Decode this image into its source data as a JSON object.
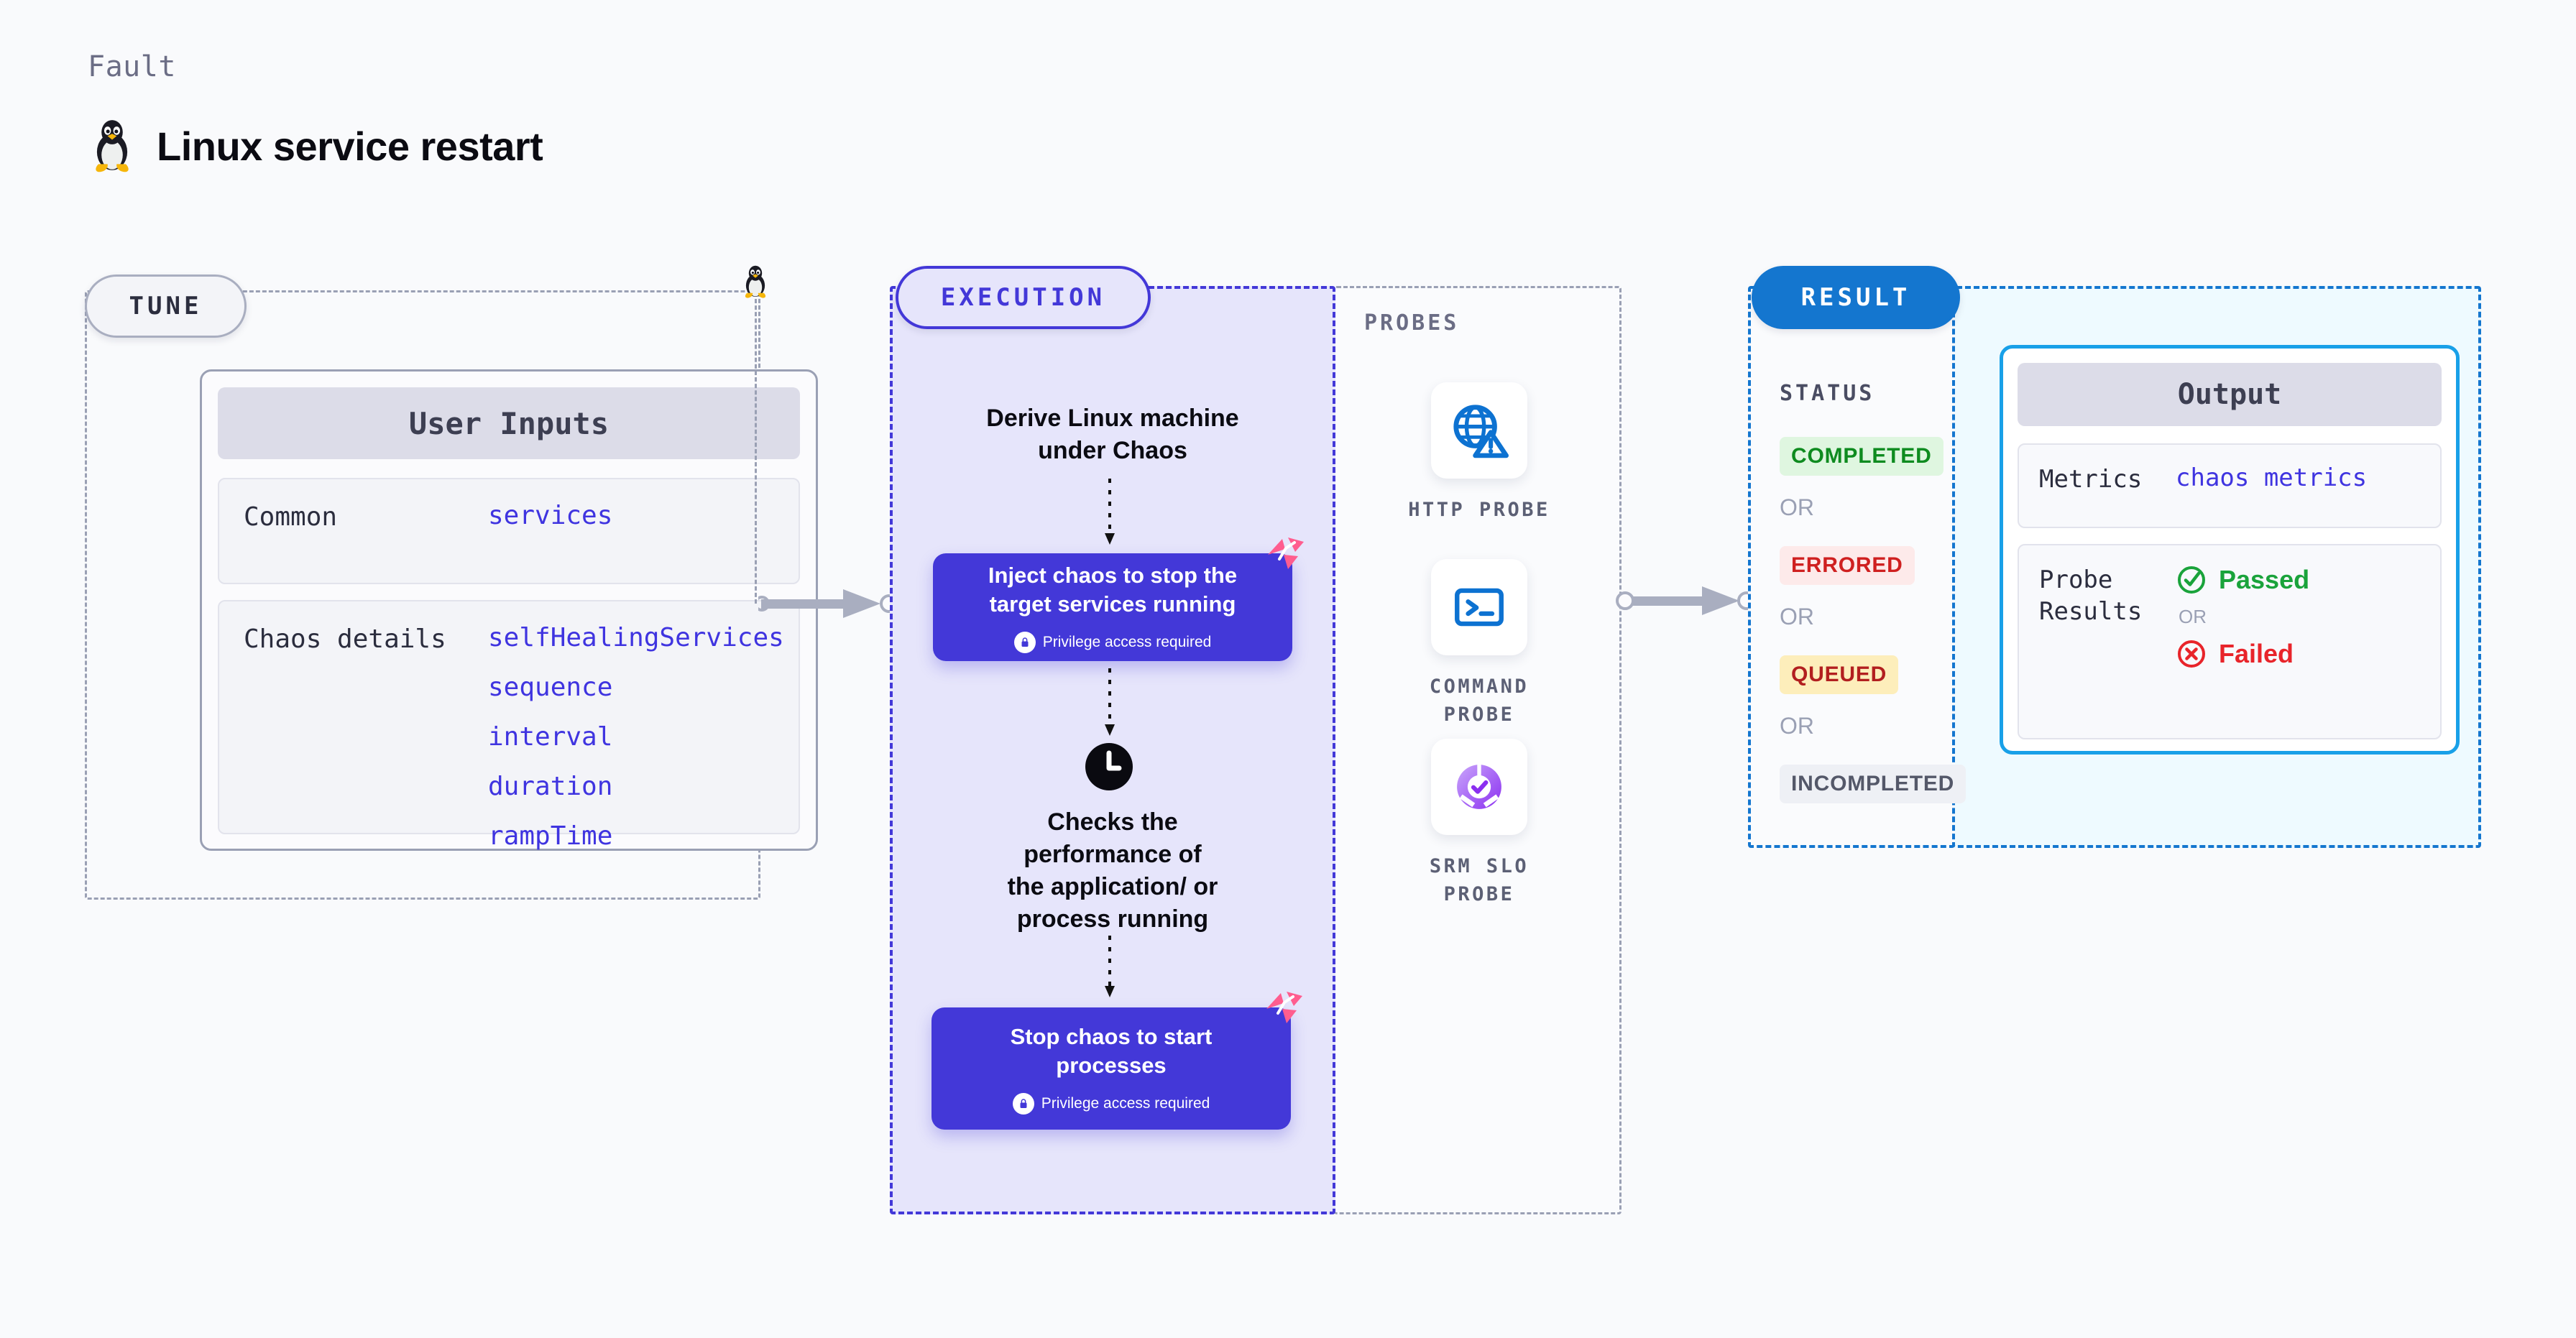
{
  "header": {
    "kicker": "Fault",
    "title": "Linux service restart",
    "icon": "linux-tux-icon"
  },
  "tune": {
    "pill_label": "TUNE",
    "card_title": "User Inputs",
    "rows": [
      {
        "key": "Common",
        "values": [
          "services"
        ]
      },
      {
        "key": "Chaos details",
        "values": [
          "selfHealingServices",
          "sequence",
          "interval",
          "duration",
          "rampTime"
        ]
      }
    ]
  },
  "execution": {
    "pill_label": "EXECUTION",
    "step1": "Derive Linux machine\nunder Chaos",
    "block1": {
      "title": "Inject chaos to stop the\ntarget services running",
      "note": "Privilege access required",
      "badge": "harness-logo-icon",
      "lock": "lock-icon"
    },
    "step2": "Checks the\nperformance of\nthe application/ or\nprocess running",
    "step2_icon": "clock-icon",
    "block2": {
      "title": "Stop chaos to start\nprocesses",
      "note": "Privilege access required",
      "badge": "harness-logo-icon",
      "lock": "lock-icon"
    }
  },
  "probes": {
    "label": "PROBES",
    "items": [
      {
        "name": "HTTP PROBE",
        "icon": "globe-warning-icon"
      },
      {
        "name": "COMMAND PROBE",
        "icon": "terminal-icon"
      },
      {
        "name": "SRM SLO PROBE",
        "icon": "slo-donut-check-icon"
      }
    ]
  },
  "result": {
    "pill_label": "RESULT",
    "status_label": "STATUS",
    "or_label": "OR",
    "statuses": [
      {
        "label": "COMPLETED",
        "bg": "#dff6e0",
        "fg": "#0e8b1f"
      },
      {
        "label": "ERRORED",
        "bg": "#fdeaea",
        "fg": "#cf2020"
      },
      {
        "label": "QUEUED",
        "bg": "#fdeebb",
        "fg": "#b21f1f"
      },
      {
        "label": "INCOMPLETED",
        "bg": "#eef0f5",
        "fg": "#545869"
      }
    ],
    "output": {
      "title": "Output",
      "metrics_key": "Metrics",
      "metrics_value": "chaos metrics",
      "probe_key": "Probe\nResults",
      "passed": "Passed",
      "or": "OR",
      "failed": "Failed",
      "passed_icon": "check-circle-icon",
      "failed_icon": "x-circle-icon"
    }
  },
  "colors": {
    "execution_accent": "#4338d8",
    "result_accent": "#1476cf",
    "output_border": "#18a0e8",
    "value_blue": "#3f34e0",
    "harness_pink": "#ff5d8f"
  }
}
